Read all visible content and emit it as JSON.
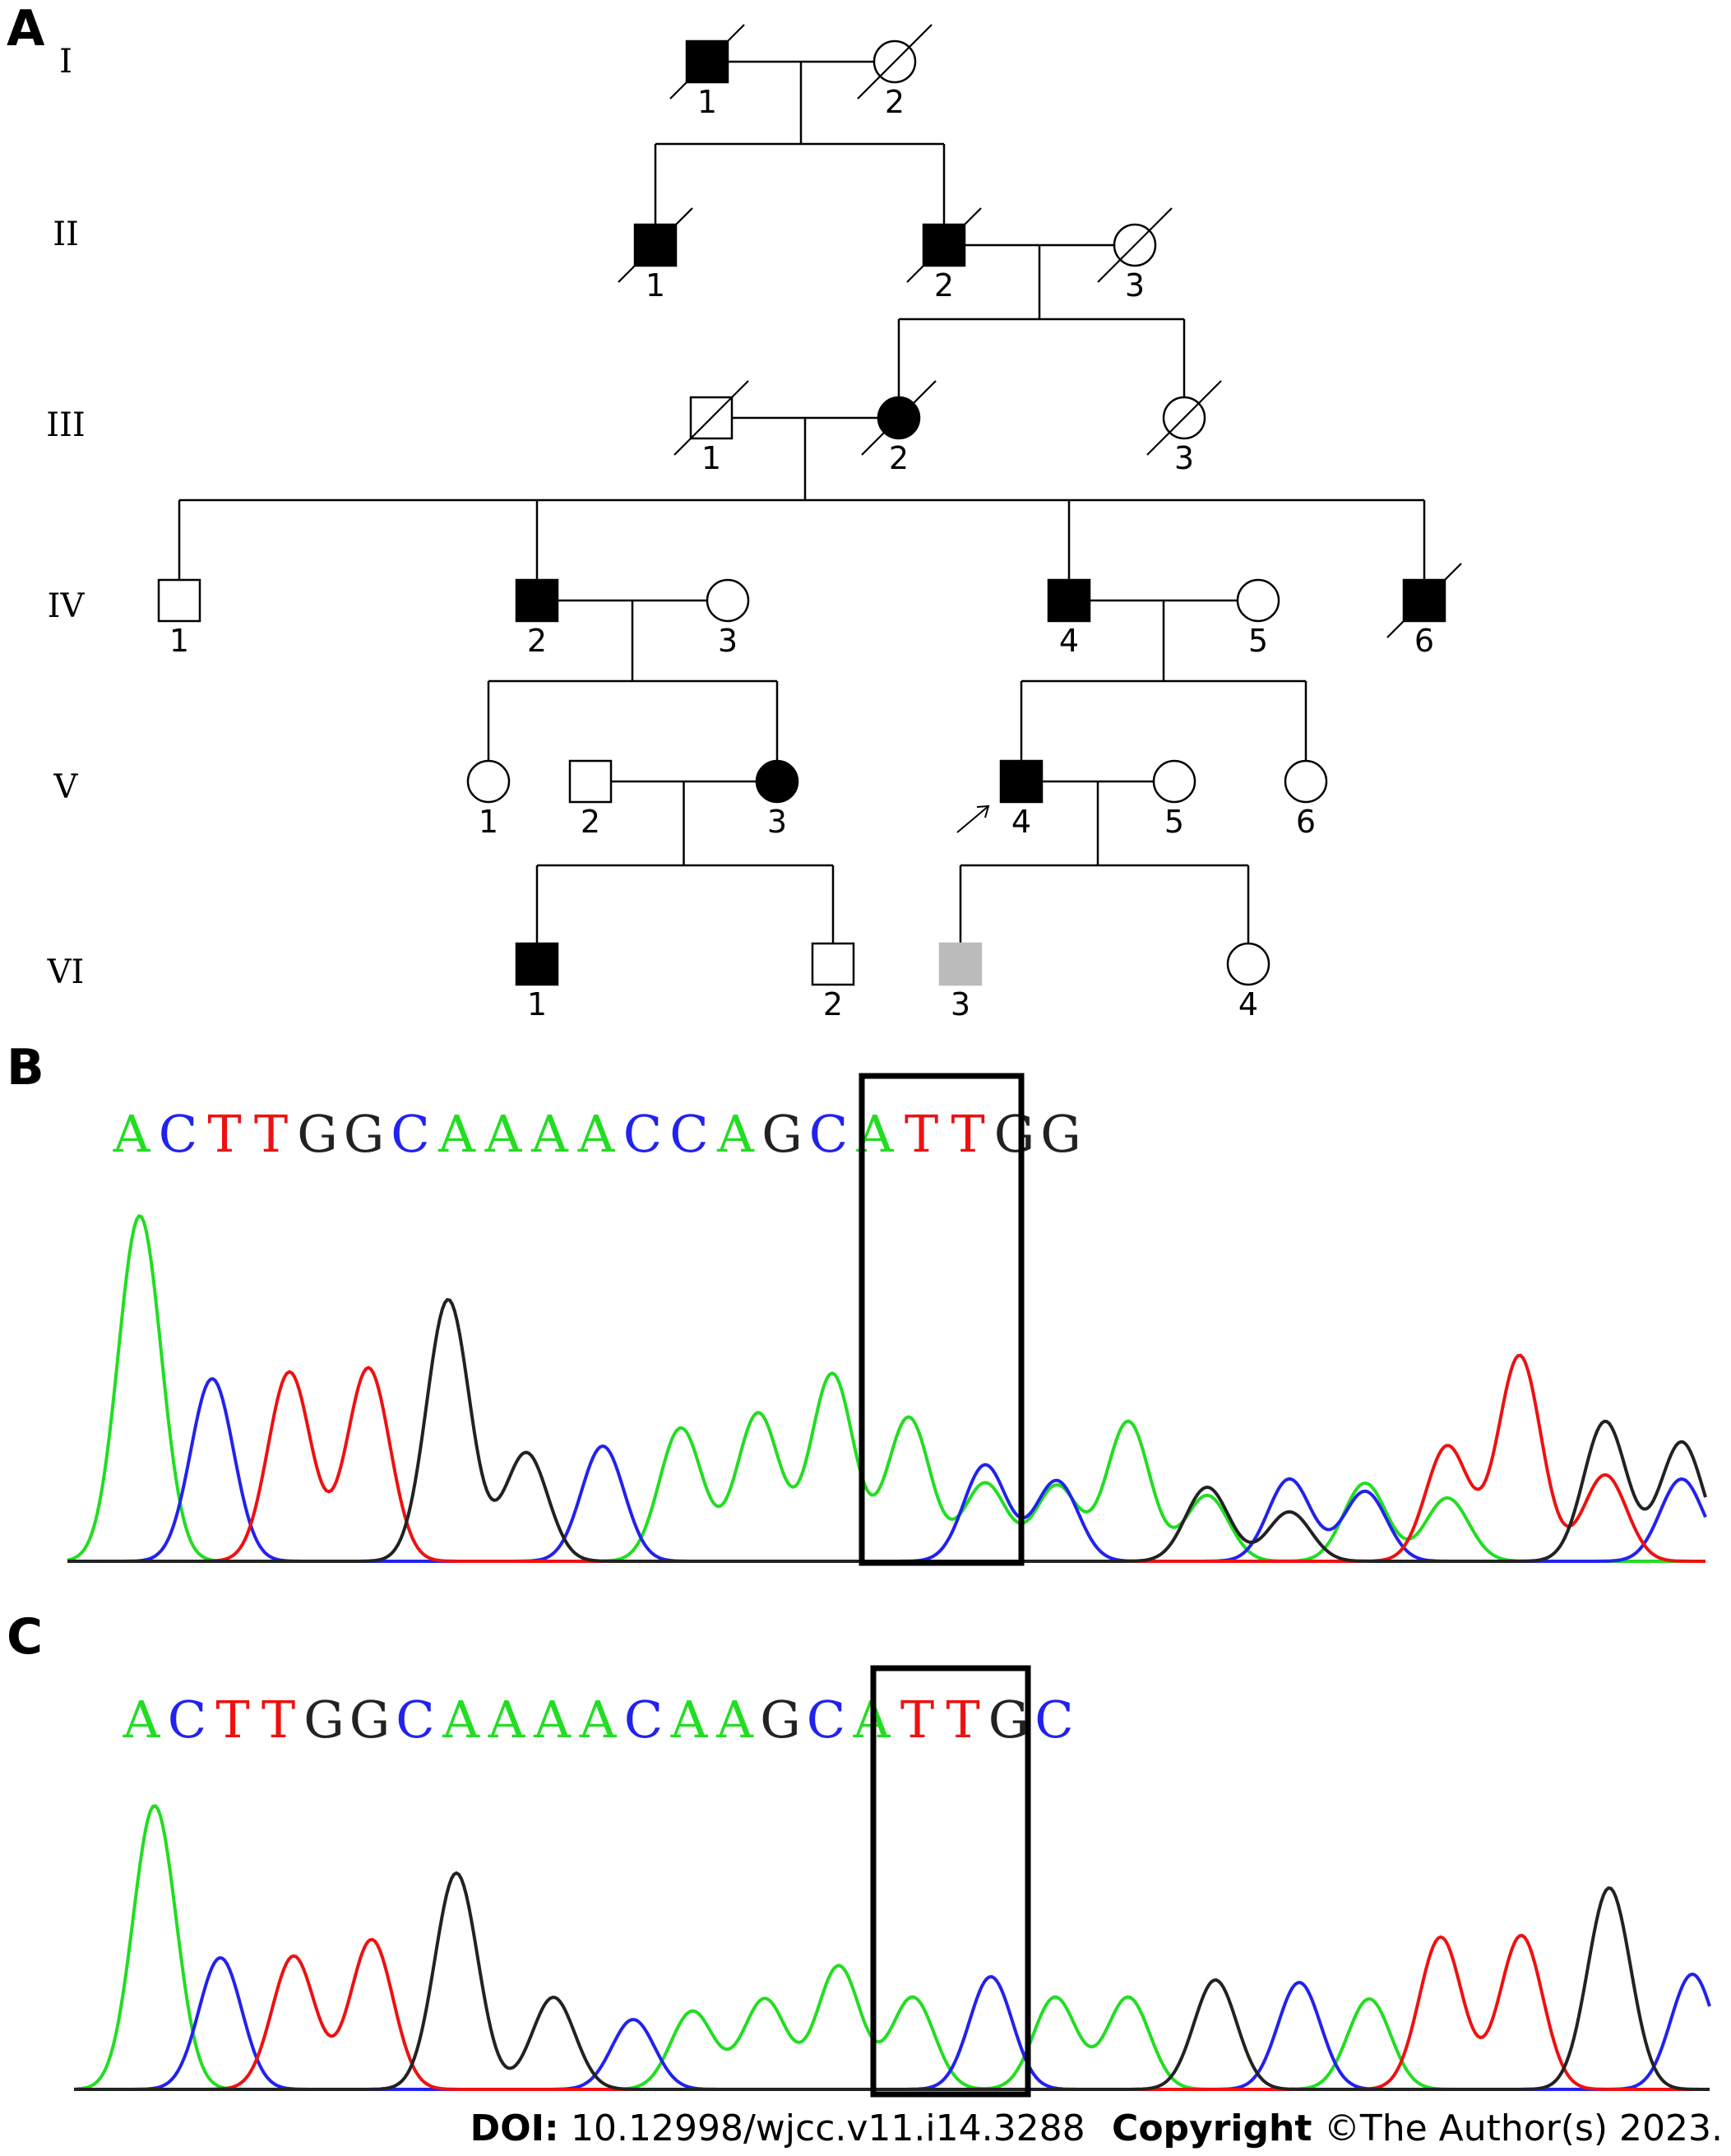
{
  "panel_labels": {
    "a": "A",
    "b": "B",
    "c": "C"
  },
  "generations": [
    "I",
    "II",
    "III",
    "IV",
    "V",
    "VI"
  ],
  "colors": {
    "A": "#22dd22",
    "C": "#2222ee",
    "T": "#ee1111",
    "G": "#222222",
    "carrier": "#bbbbbb"
  },
  "pedigree": {
    "individuals": [
      {
        "id": "I-1",
        "gen": "I",
        "num": "1",
        "sex": "male",
        "affected": true,
        "deceased": true
      },
      {
        "id": "I-2",
        "gen": "I",
        "num": "2",
        "sex": "female",
        "affected": false,
        "deceased": true
      },
      {
        "id": "II-1",
        "gen": "II",
        "num": "1",
        "sex": "male",
        "affected": true,
        "deceased": true
      },
      {
        "id": "II-2",
        "gen": "II",
        "num": "2",
        "sex": "male",
        "affected": true,
        "deceased": true
      },
      {
        "id": "II-3",
        "gen": "II",
        "num": "3",
        "sex": "female",
        "affected": false,
        "deceased": true
      },
      {
        "id": "III-1",
        "gen": "III",
        "num": "1",
        "sex": "male",
        "affected": false,
        "deceased": true
      },
      {
        "id": "III-2",
        "gen": "III",
        "num": "2",
        "sex": "female",
        "affected": true,
        "deceased": true
      },
      {
        "id": "III-3",
        "gen": "III",
        "num": "3",
        "sex": "female",
        "affected": false,
        "deceased": true
      },
      {
        "id": "IV-1",
        "gen": "IV",
        "num": "1",
        "sex": "male",
        "affected": false,
        "deceased": false
      },
      {
        "id": "IV-2",
        "gen": "IV",
        "num": "2",
        "sex": "male",
        "affected": true,
        "deceased": false
      },
      {
        "id": "IV-3",
        "gen": "IV",
        "num": "3",
        "sex": "female",
        "affected": false,
        "deceased": false
      },
      {
        "id": "IV-4",
        "gen": "IV",
        "num": "4",
        "sex": "male",
        "affected": true,
        "deceased": false
      },
      {
        "id": "IV-5",
        "gen": "IV",
        "num": "5",
        "sex": "female",
        "affected": false,
        "deceased": false
      },
      {
        "id": "IV-6",
        "gen": "IV",
        "num": "6",
        "sex": "male",
        "affected": true,
        "deceased": true
      },
      {
        "id": "V-1",
        "gen": "V",
        "num": "1",
        "sex": "female",
        "affected": false,
        "deceased": false
      },
      {
        "id": "V-2",
        "gen": "V",
        "num": "2",
        "sex": "male",
        "affected": false,
        "deceased": false
      },
      {
        "id": "V-3",
        "gen": "V",
        "num": "3",
        "sex": "female",
        "affected": true,
        "deceased": false
      },
      {
        "id": "V-4",
        "gen": "V",
        "num": "4",
        "sex": "male",
        "affected": true,
        "deceased": false,
        "proband": true
      },
      {
        "id": "V-5",
        "gen": "V",
        "num": "5",
        "sex": "female",
        "affected": false,
        "deceased": false
      },
      {
        "id": "V-6",
        "gen": "V",
        "num": "6",
        "sex": "female",
        "affected": false,
        "deceased": false
      },
      {
        "id": "VI-1",
        "gen": "VI",
        "num": "1",
        "sex": "male",
        "affected": true,
        "deceased": false
      },
      {
        "id": "VI-2",
        "gen": "VI",
        "num": "2",
        "sex": "male",
        "affected": false,
        "deceased": false
      },
      {
        "id": "VI-3",
        "gen": "VI",
        "num": "3",
        "sex": "male",
        "affected": false,
        "deceased": false,
        "status": "carrier"
      },
      {
        "id": "VI-4",
        "gen": "VI",
        "num": "4",
        "sex": "female",
        "affected": false,
        "deceased": false
      }
    ],
    "couples": [
      {
        "partners": [
          "I-1",
          "I-2"
        ],
        "children": [
          "II-1",
          "II-2"
        ]
      },
      {
        "partners": [
          "II-2",
          "II-3"
        ],
        "children": [
          "III-2",
          "III-3"
        ]
      },
      {
        "partners": [
          "III-1",
          "III-2"
        ],
        "children": [
          "IV-1",
          "IV-2",
          "IV-4",
          "IV-6"
        ]
      },
      {
        "partners": [
          "IV-2",
          "IV-3"
        ],
        "children": [
          "V-1",
          "V-3"
        ]
      },
      {
        "partners": [
          "IV-4",
          "IV-5"
        ],
        "children": [
          "V-4",
          "V-6"
        ]
      },
      {
        "partners": [
          "V-2",
          "V-3"
        ],
        "children": [
          "VI-1",
          "VI-2"
        ]
      },
      {
        "partners": [
          "V-4",
          "V-5"
        ],
        "children": [
          "VI-3",
          "VI-4"
        ]
      }
    ]
  },
  "sequence_b": [
    "A",
    "C",
    "T",
    "T",
    "G",
    "G",
    "C",
    "A",
    "A",
    "A",
    "A",
    "C",
    "C",
    "A",
    "G",
    "C",
    "A",
    "T",
    "T",
    "G",
    "G"
  ],
  "sequence_c": [
    "A",
    "C",
    "T",
    "T",
    "G",
    "G",
    "C",
    "A",
    "A",
    "A",
    "A",
    "C",
    "A",
    "A",
    "G",
    "C",
    "A",
    "T",
    "T",
    "G",
    "C"
  ],
  "footer": {
    "doi_label": "DOI:",
    "doi_value": "10.12998/wjcc.v11.i14.3288",
    "copyright_label": "Copyright",
    "copyright_value": "©The Author(s) 2023."
  }
}
